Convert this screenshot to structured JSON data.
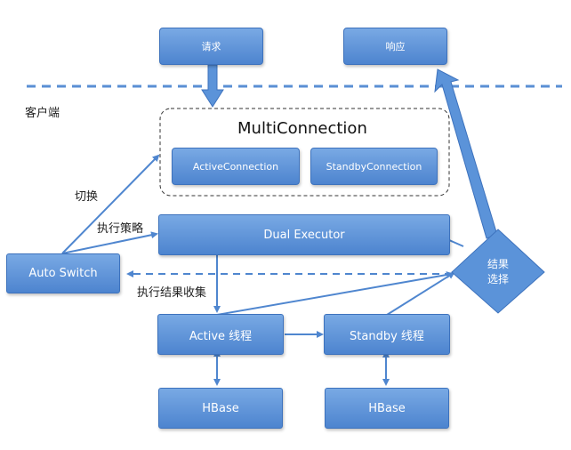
{
  "top": {
    "request": "请求",
    "response": "响应"
  },
  "client_label": "客户端",
  "multi_connection": {
    "title": "MultiConnection",
    "active": "ActiveConnection",
    "standby": "StandbyConnection"
  },
  "dual_executor": "Dual Executor",
  "auto_switch": "Auto Switch",
  "labels": {
    "switch": "切换",
    "strategy": "执行策略",
    "collect": "执行结果收集"
  },
  "threads": {
    "active": "Active 线程",
    "standby": "Standby 线程"
  },
  "hbase": {
    "left": "HBase",
    "right": "HBase"
  },
  "result_select": {
    "line1": "结果",
    "line2": "选择"
  },
  "colors": {
    "box": "#5b93d9",
    "line": "#4f86cf",
    "dashed_box": "#333333"
  }
}
